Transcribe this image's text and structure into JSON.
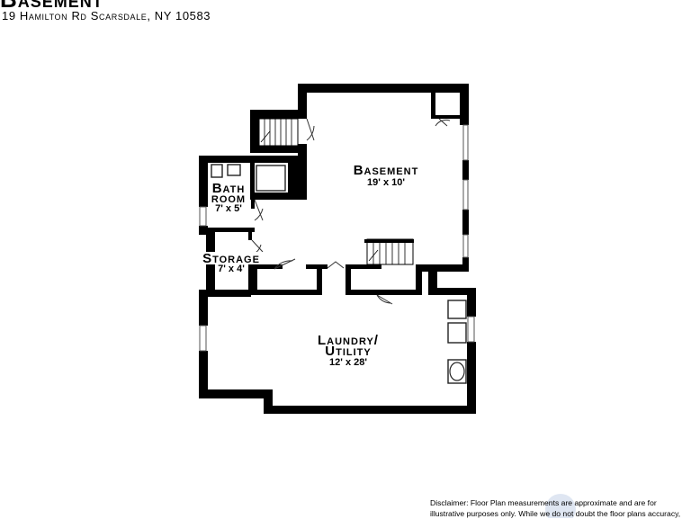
{
  "header": {
    "title": "Basement",
    "address": "19 Hamilton Rd Scarsdale, NY 10583"
  },
  "rooms": {
    "basement": {
      "name": "Basement",
      "dims": "19' x 10'"
    },
    "bathroom": {
      "name_line1": "Bath",
      "name_line2": "room",
      "dims": "7' x 5'"
    },
    "storage": {
      "name": "Storage",
      "dims": "7' x 4'"
    },
    "laundry": {
      "name_line1": "Laundry/",
      "name_line2": "Utility",
      "dims": "12' x 28'"
    }
  },
  "disclaimer": {
    "line1": "Disclaimer: Floor Plan measurements are approximate and are for",
    "line2": "illustrative purposes only. While we do not doubt the floor plans accuracy,"
  },
  "colors": {
    "wall": "#000000",
    "background": "#ffffff",
    "watermark": "#c9d6ea"
  }
}
